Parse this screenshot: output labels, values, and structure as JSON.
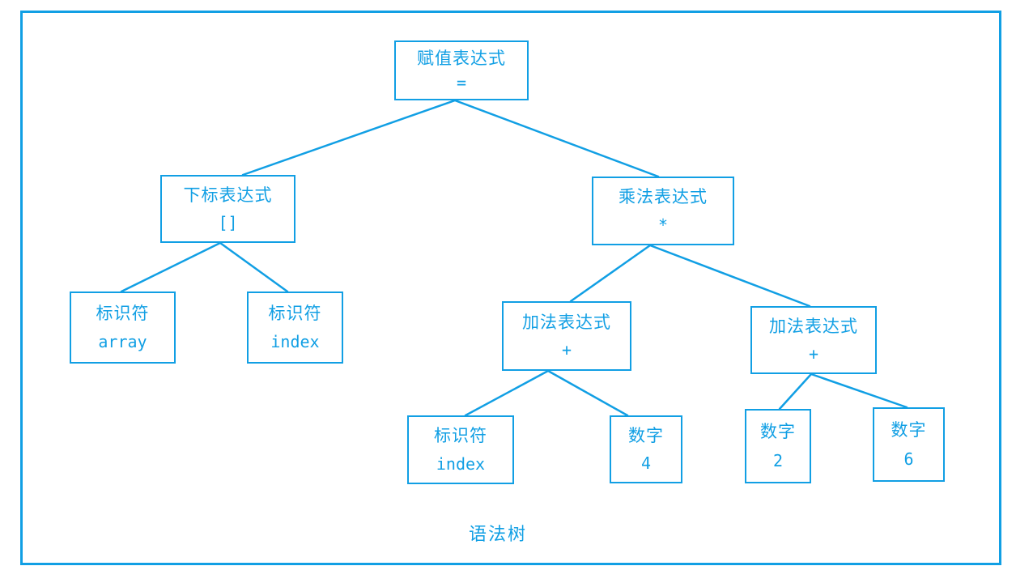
{
  "diagram": {
    "caption": "语法树",
    "accent_color": "#119FE4",
    "background_color": "#FFFFFF",
    "nodes": {
      "assignment": {
        "label": "赋值表达式",
        "symbol": "="
      },
      "subscript": {
        "label": "下标表达式",
        "symbol": "[]"
      },
      "multiply": {
        "label": "乘法表达式",
        "symbol": "*"
      },
      "id_array": {
        "label": "标识符",
        "symbol": "array"
      },
      "id_index": {
        "label": "标识符",
        "symbol": "index"
      },
      "add_left": {
        "label": "加法表达式",
        "symbol": "+"
      },
      "add_right": {
        "label": "加法表达式",
        "symbol": "+"
      },
      "leaf_index": {
        "label": "标识符",
        "symbol": "index"
      },
      "num_4": {
        "label": "数字",
        "symbol": "4"
      },
      "num_2": {
        "label": "数字",
        "symbol": "2"
      },
      "num_6": {
        "label": "数字",
        "symbol": "6"
      }
    },
    "structure": {
      "assignment": [
        "subscript",
        "multiply"
      ],
      "subscript": [
        "id_array",
        "id_index"
      ],
      "multiply": [
        "add_left",
        "add_right"
      ],
      "add_left": [
        "leaf_index",
        "num_4"
      ],
      "add_right": [
        "num_2",
        "num_6"
      ]
    }
  }
}
